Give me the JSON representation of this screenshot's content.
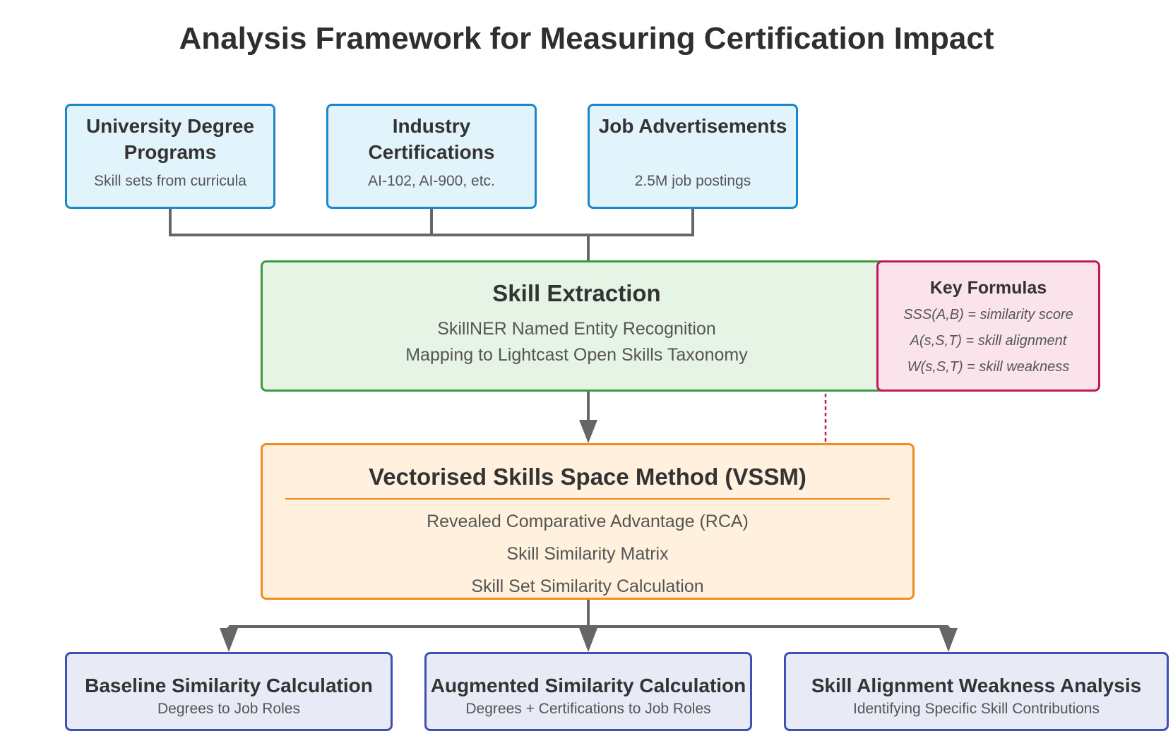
{
  "title": "Analysis Framework for Measuring Certification Impact",
  "sources": [
    {
      "title_line1": "University Degree",
      "title_line2": "Programs",
      "subtitle": "Skill sets from curricula"
    },
    {
      "title_line1": "Industry",
      "title_line2": "Certifications",
      "subtitle": "AI-102, AI-900, etc."
    },
    {
      "title_line1": "Job Advertisements",
      "title_line2": "",
      "subtitle": "2.5M job postings"
    }
  ],
  "extraction": {
    "title": "Skill Extraction",
    "lines": [
      "SkillNER Named Entity Recognition",
      "Mapping to Lightcast Open Skills Taxonomy"
    ]
  },
  "formulas": {
    "title": "Key Formulas",
    "items": [
      "SSS(A,B) = similarity score",
      "A(s,S,T) = skill alignment",
      "W(s,S,T) = skill weakness"
    ]
  },
  "vssm": {
    "title": "Vectorised Skills Space Method (VSSM)",
    "lines": [
      "Revealed Comparative Advantage (RCA)",
      "Skill Similarity Matrix",
      "Skill Set Similarity Calculation"
    ]
  },
  "outputs": [
    {
      "title": "Baseline Similarity Calculation",
      "subtitle": "Degrees to Job Roles"
    },
    {
      "title": "Augmented Similarity Calculation",
      "subtitle": "Degrees + Certifications to Job Roles"
    },
    {
      "title": "Skill Alignment Weakness Analysis",
      "subtitle": "Identifying Specific Skill Contributions"
    }
  ],
  "colors": {
    "connector": "#666666",
    "source_border": "#1a87c9",
    "extraction_border": "#3a9a3d",
    "formula_border": "#c2185b",
    "vssm_border": "#f28c1c",
    "output_border": "#3f51b5"
  }
}
